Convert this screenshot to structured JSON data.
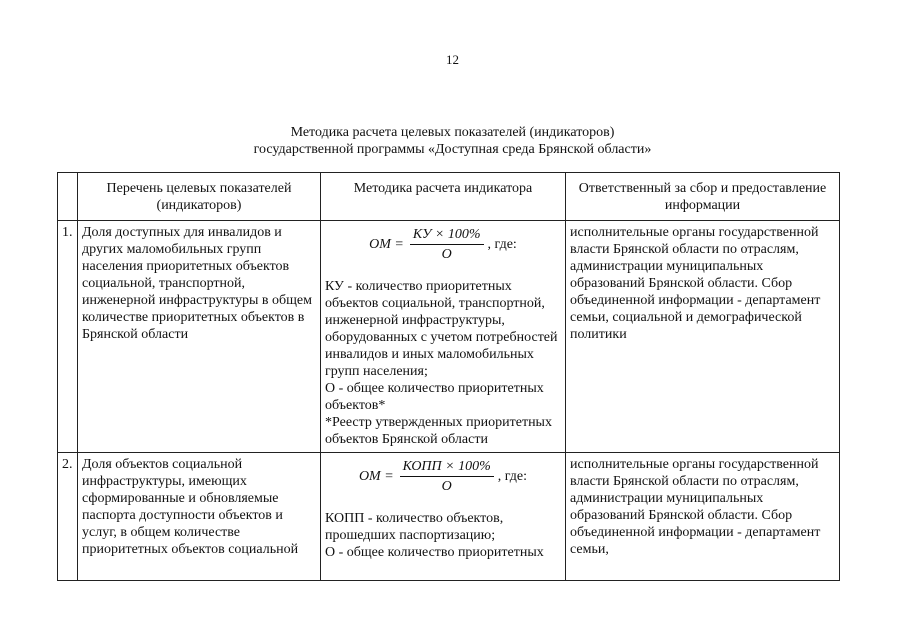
{
  "page_number": "12",
  "title": {
    "line1": "Методика расчета целевых показателей (индикаторов)",
    "line2": "государственной программы «Доступная среда Брянской области»"
  },
  "table": {
    "headers": {
      "num": "",
      "name": "Перечень целевых показателей (индикаторов)",
      "method": "Методика расчета индикатора",
      "responsible": "Ответственный за сбор и предоставление информации"
    },
    "rows": [
      {
        "num": "1.",
        "name": "Доля доступных для инвалидов и других маломобильных групп населения приоритетных объектов социальной, транспортной, инженерной инфраструктуры в общем количестве приоритетных объектов в Брянской области",
        "formula": {
          "lhs": "ОМ =",
          "numerator": "КУ × 100%",
          "denominator": "О",
          "tail": ", где:"
        },
        "method_lines": [
          "КУ - количество приоритетных объектов социальной, транспортной, инженерной инфраструктуры, оборудованных с учетом потребностей инвалидов и иных маломобильных групп населения;",
          "О - общее количество приоритетных объектов*",
          "*Реестр утвержденных приоритетных объектов Брянской области"
        ],
        "responsible": "исполнительные органы государственной власти Брянской области по отраслям, администрации муниципальных образований Брянской области. Сбор объединенной информации - департамент семьи, социальной и демографической политики"
      },
      {
        "num": "2.",
        "name": "Доля объектов социальной инфраструктуры, имеющих сформированные и обновляемые паспорта доступности объектов и услуг, в общем количестве приоритетных объектов социальной",
        "formula": {
          "lhs": "ОМ =",
          "numerator": "КОПП × 100%",
          "denominator": "О",
          "tail": ", где:"
        },
        "method_lines": [
          "КОПП - количество объектов, прошедших паспортизацию;",
          "О - общее количество приоритетных"
        ],
        "responsible": "исполнительные органы государственной власти Брянской области по отраслям, администрации муниципальных образований Брянской области. Сбор объединенной информации - департамент семьи,"
      }
    ]
  }
}
